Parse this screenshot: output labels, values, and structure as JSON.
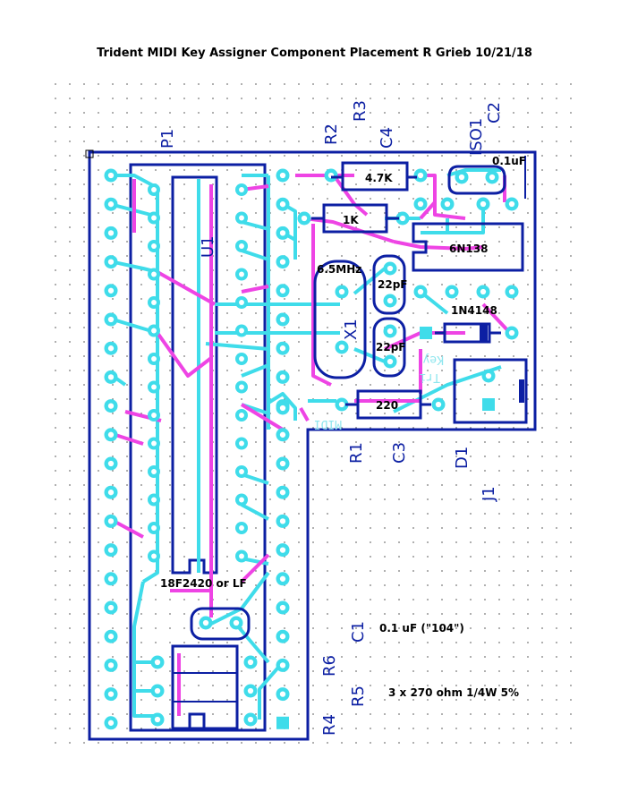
{
  "title": "Trident MIDI Key Assigner Component Placement R Grieb 10/21/18",
  "colors": {
    "outline": "#0c1fa3",
    "top_trace": "#ee44e4",
    "bottom_trace": "#3fdcea",
    "pad": "#3fdcea",
    "grid_dot": "#777777"
  },
  "refs": {
    "p1": "P1",
    "u1": "U1",
    "r2": "R2",
    "r3": "R3",
    "c4": "C4",
    "iso1": "ISO1",
    "c2": "C2",
    "x1": "X1",
    "r1": "R1",
    "c3": "C3",
    "d1": "D1",
    "j1": "J1",
    "c1": "C1",
    "r6": "R6",
    "r5": "R5",
    "r4": "R4"
  },
  "values": {
    "r2_val": "4.7K",
    "r3_val": "1K",
    "c2_val": "0.1uF",
    "iso_val": "6N138",
    "x1_val": "6.5MHz",
    "c4_val": "22pF",
    "c3_val": "22pF",
    "d1_val": "1N4148",
    "r1_val": "220",
    "u1_val": "18F2420 or LF",
    "c1_val": "0.1 uF (\"104\")",
    "r456_val": "3 x 270 ohm 1/4W 5%"
  },
  "mirrored_silk": {
    "midi": "MIDI",
    "trident": "Tri",
    "key": "Key"
  }
}
